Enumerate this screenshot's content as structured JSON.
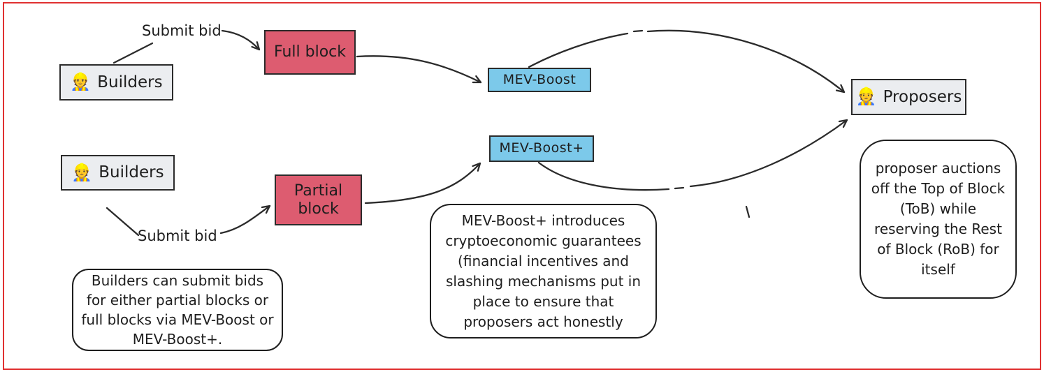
{
  "diagram": {
    "nodes": {
      "builders_top": {
        "emoji": "👷",
        "label": "Builders"
      },
      "builders_bottom": {
        "emoji": "👷",
        "label": "Builders"
      },
      "full_block": {
        "label": "Full block"
      },
      "partial_block": {
        "label": "Partial block"
      },
      "mev_boost": {
        "label": "MEV-Boost"
      },
      "mev_boost_plus": {
        "label": "MEV-Boost+"
      },
      "proposers": {
        "emoji": "👷",
        "label": "Proposers"
      }
    },
    "edge_labels": {
      "submit_bid_top": "Submit bid",
      "submit_bid_bottom": "Submit bid"
    },
    "notes": {
      "builders_note": "Builders can submit bids for either partial blocks or full blocks via MEV-Boost or MEV-Boost+.",
      "mev_boost_plus_note": "MEV-Boost+ introduces cryptoeconomic guarantees (financial incentives and slashing mechanisms put in place to ensure that proposers act honestly",
      "proposers_note": "proposer auctions off the Top of Block (ToB) while reserving the Rest of Block (RoB) for itself"
    },
    "colors": {
      "canvas_border": "#e03131",
      "stroke": "#2b2b2b",
      "gray_fill": "#ebedf0",
      "red_fill": "#dd5c70",
      "blue_fill": "#7cc9ea",
      "note_fill": "#ffffff"
    }
  }
}
